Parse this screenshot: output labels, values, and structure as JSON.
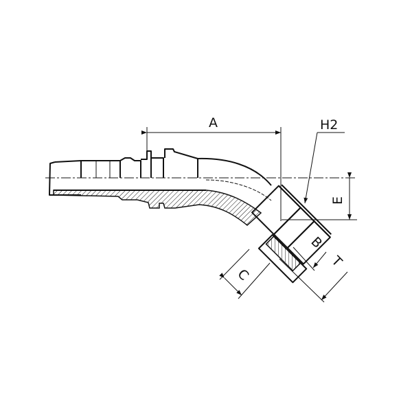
{
  "drawing": {
    "labels": {
      "A": "A",
      "H2": "H2",
      "E": "E",
      "B": "B",
      "T": "T",
      "C": "C"
    }
  }
}
